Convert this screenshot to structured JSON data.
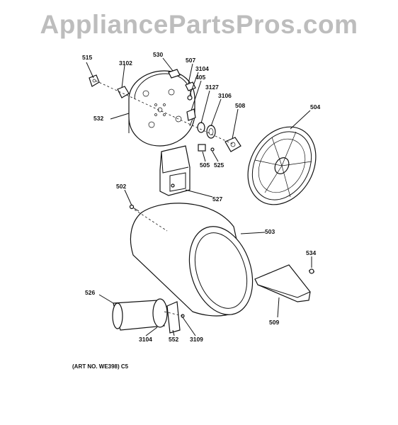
{
  "watermark": "AppliancePartsPros.com",
  "art_note": "(ART NO. WE398) C5",
  "labels": {
    "p515": "515",
    "p3102": "3102",
    "p530": "530",
    "p507": "507",
    "p3104_top": "3104",
    "p405": "405",
    "p3127": "3127",
    "p3106": "3106",
    "p508": "508",
    "p504": "504",
    "p532": "532",
    "p505": "505",
    "p525": "525",
    "p527": "527",
    "p502": "502",
    "p503": "503",
    "p534": "534",
    "p526": "526",
    "p509": "509",
    "p3104_bot": "3104",
    "p552": "552",
    "p3109": "3109"
  }
}
